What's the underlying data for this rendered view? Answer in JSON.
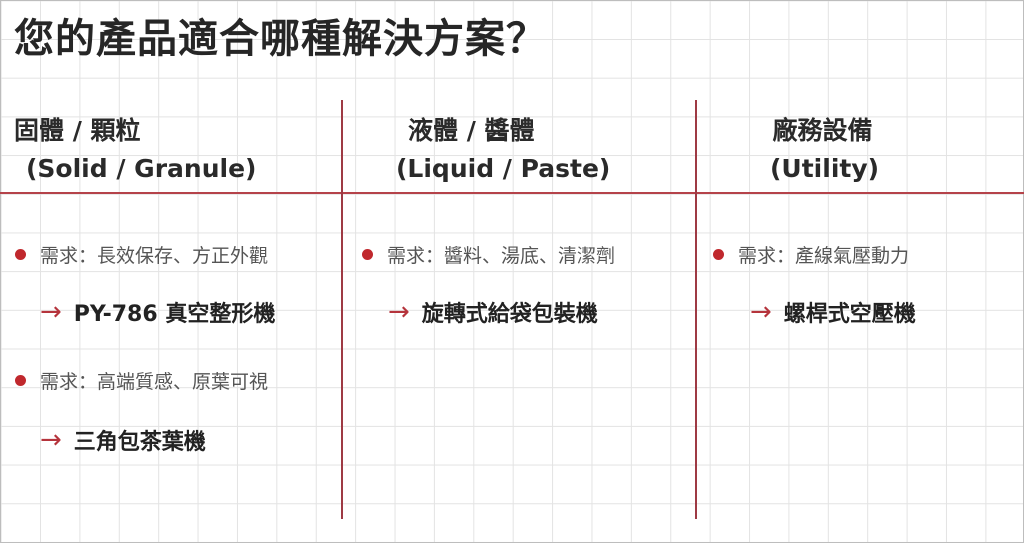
{
  "title": "您的產品適合哪種解決方案？",
  "colors": {
    "accent_line": "#b5434a",
    "bullet": "#c0282d",
    "arrow": "#b5343c",
    "text": "#222222",
    "need_text": "#555555",
    "grid": "#e3e3e3"
  },
  "columns": [
    {
      "heading_zh": "固體 / 顆粒",
      "heading_en": "(Solid / Granule)",
      "items": [
        {
          "need": "需求：長效保存、方正外觀",
          "arrow": "→",
          "solution": "PY-786 真空整形機"
        },
        {
          "need": "需求：高端質感、原葉可視",
          "arrow": "→",
          "solution": "三角包茶葉機"
        }
      ]
    },
    {
      "heading_zh": "液體 / 醬體",
      "heading_en": "(Liquid / Paste)",
      "items": [
        {
          "need": "需求：醬料、湯底、清潔劑",
          "arrow": "→",
          "solution": "旋轉式給袋包裝機"
        }
      ]
    },
    {
      "heading_zh": "廠務設備",
      "heading_en": "(Utility)",
      "items": [
        {
          "need": "需求：產線氣壓動力",
          "arrow": "→",
          "solution": "螺桿式空壓機"
        }
      ]
    }
  ]
}
